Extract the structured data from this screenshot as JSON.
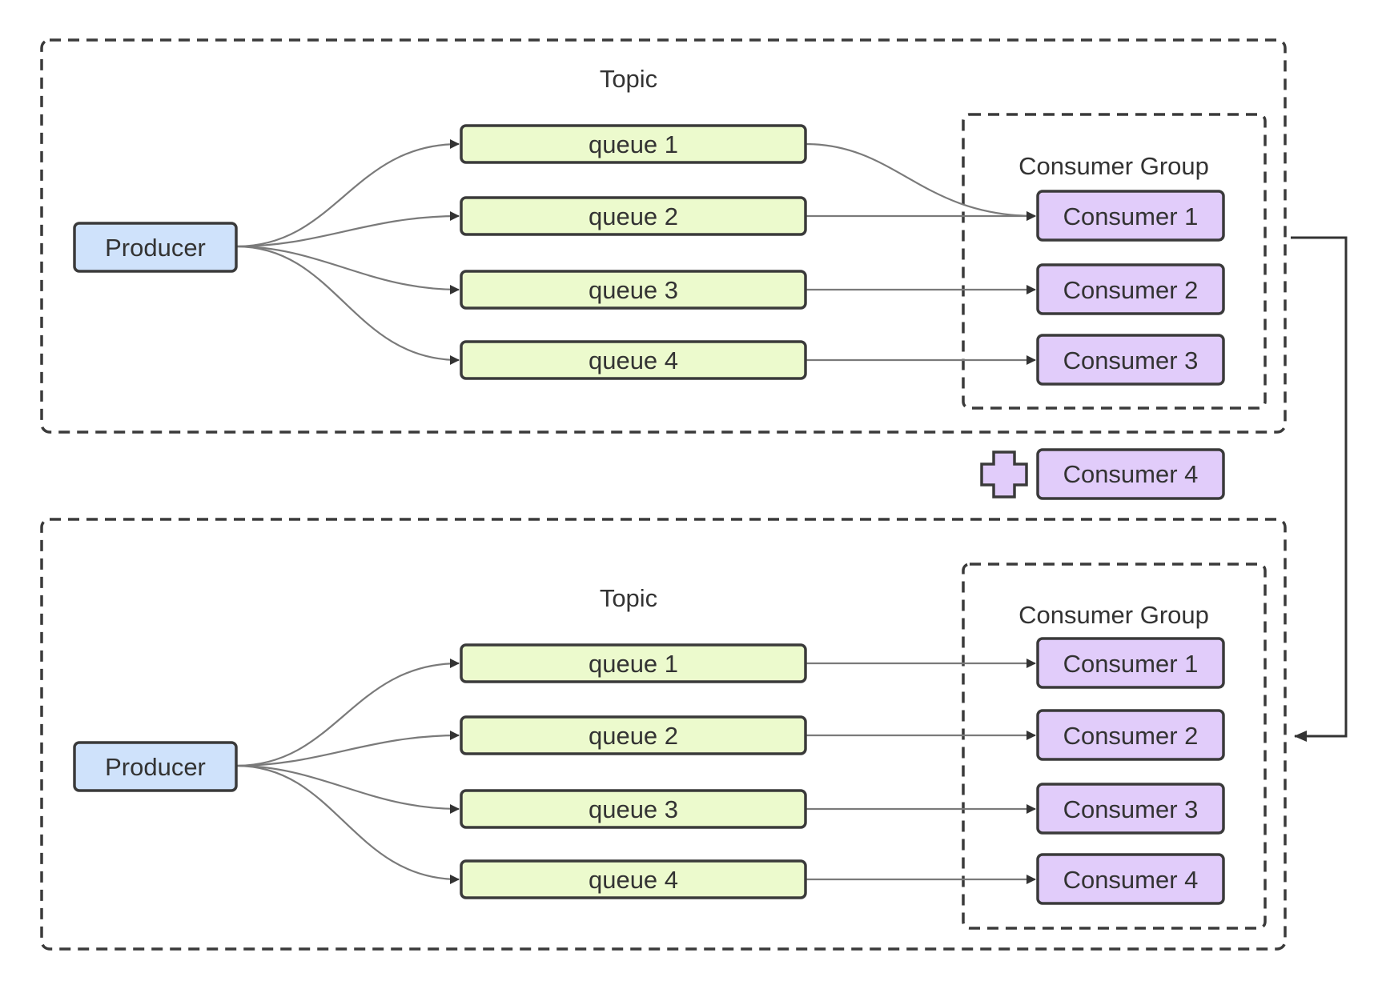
{
  "added_consumer_label": "Consumer 4",
  "panels": [
    {
      "topic_title": "Topic",
      "producer_label": "Producer",
      "queues": [
        "queue 1",
        "queue 2",
        "queue 3",
        "queue 4"
      ],
      "group_title": "Consumer Group",
      "consumers": [
        "Consumer 1",
        "Consumer 2",
        "Consumer 3"
      ],
      "assignments": [
        {
          "queue": "queue 1",
          "consumer": "Consumer 1"
        },
        {
          "queue": "queue 2",
          "consumer": "Consumer 1"
        },
        {
          "queue": "queue 3",
          "consumer": "Consumer 2"
        },
        {
          "queue": "queue 4",
          "consumer": "Consumer 3"
        }
      ]
    },
    {
      "topic_title": "Topic",
      "producer_label": "Producer",
      "queues": [
        "queue 1",
        "queue 2",
        "queue 3",
        "queue 4"
      ],
      "group_title": "Consumer Group",
      "consumers": [
        "Consumer 1",
        "Consumer 2",
        "Consumer 3",
        "Consumer 4"
      ],
      "assignments": [
        {
          "queue": "queue 1",
          "consumer": "Consumer 1"
        },
        {
          "queue": "queue 2",
          "consumer": "Consumer 2"
        },
        {
          "queue": "queue 3",
          "consumer": "Consumer 3"
        },
        {
          "queue": "queue 4",
          "consumer": "Consumer 4"
        }
      ]
    }
  ]
}
